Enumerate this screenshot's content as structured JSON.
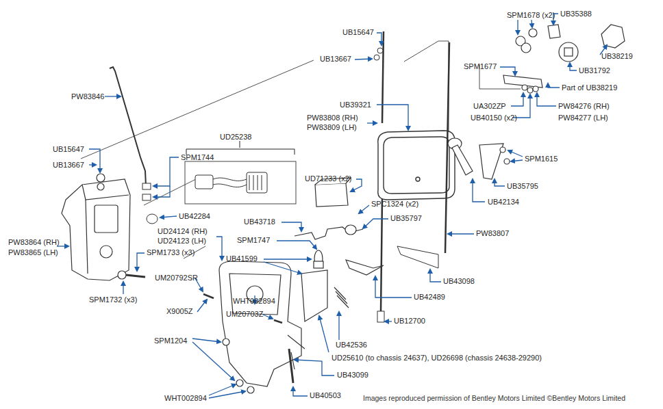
{
  "diagram": {
    "caption": "Images reproduced permission of Bentley Motors Limited ©Bentley Motors Limited",
    "labels": [
      "UB15647",
      "UB13667",
      "SPM1678 (x2)",
      "UB35388",
      "UB38219",
      "SPM1677",
      "UB31792",
      "Part of UB38219",
      "UA302ZP",
      "PW84276 (RH)",
      "UB40150 (x2)",
      "PW84277 (LH)",
      "UB39321",
      "PW83808 (RH)",
      "PW83809 (LH)",
      "SPM1615",
      "UD25238",
      "PW83846",
      "SPM1744",
      "UB15647",
      "UB13667",
      "UD71233 (x2)",
      "SPC1324 (x2)",
      "UB35795",
      "UB42134",
      "UB43718",
      "UB35797",
      "UB42284",
      "UD24124 (RH)",
      "UD24123 (LH)",
      "PW83864 (RH)",
      "PW83865 (LH)",
      "SPM1747",
      "PW83807",
      "SPM1733 (x3)",
      "UB41599",
      "UB43098",
      "SPM1732 (x3)",
      "UM20792SR",
      "WHT002894",
      "UB42489",
      "X9005Z",
      "UM20703Z",
      "UB12700",
      "SPM1204",
      "UB42536",
      "UD25610 (to chassis 24637), UD26698 (chassis 24638-29290)",
      "UB43099",
      "WHT002894",
      "UB40503"
    ]
  }
}
